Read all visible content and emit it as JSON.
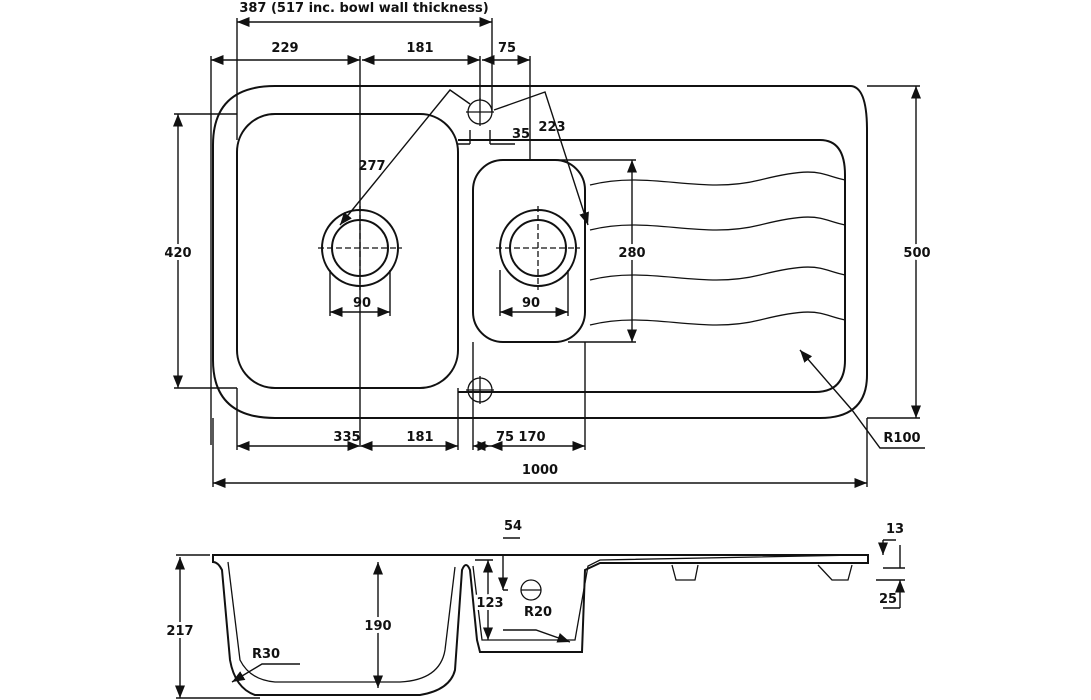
{
  "top_view": {
    "dims": {
      "bowl_span": "387 (517 inc. bowl wall thickness)",
      "d229": "229",
      "d181_top": "181",
      "d75_top": "75",
      "d35": "35",
      "d277": "277",
      "d223": "223",
      "d420": "420",
      "d500": "500",
      "d280": "280",
      "d90_large": "90",
      "d90_small": "90",
      "d335": "335",
      "d181_bottom": "181",
      "d75_bottom": "75",
      "d170": "170",
      "d1000": "1000",
      "r100": "R100"
    }
  },
  "side_view": {
    "dims": {
      "d217": "217",
      "d190": "190",
      "d123": "123",
      "d54": "54",
      "r20": "R20",
      "r30": "R30",
      "d13": "13",
      "d25": "25"
    }
  },
  "colors": {
    "line": "#111111",
    "background": "#ffffff"
  }
}
